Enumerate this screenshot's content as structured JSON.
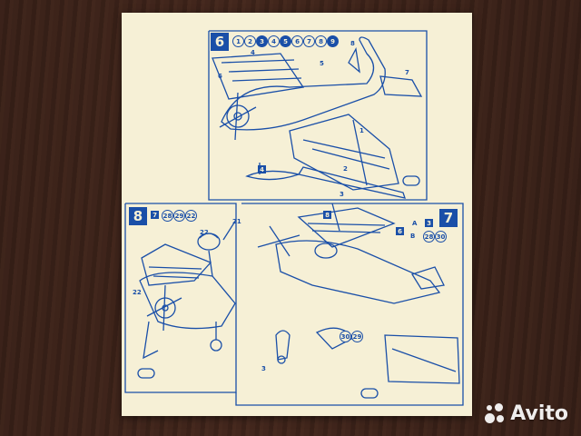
{
  "steps": {
    "step6": {
      "number": "6",
      "header_parts": [
        "1",
        "2",
        "3",
        "4",
        "5",
        "6",
        "7",
        "8",
        "9"
      ],
      "part_labels": [
        "4",
        "8",
        "5",
        "6",
        "7",
        "1",
        "2",
        "3",
        "4"
      ]
    },
    "step8": {
      "number": "8",
      "header_parts": [
        "7",
        "28",
        "29",
        "22"
      ],
      "part_labels": [
        "22",
        "21",
        "22"
      ]
    },
    "step7": {
      "number": "7",
      "side_parts": [
        "6",
        "A",
        "3",
        "B",
        "28",
        "30"
      ],
      "part_labels": [
        "8",
        "3",
        "30",
        "29"
      ]
    }
  },
  "watermark": {
    "text": "Avito"
  },
  "colors": {
    "ink": "#1a4fa8",
    "paper": "#f6f0d6",
    "table": "#3a2219"
  }
}
